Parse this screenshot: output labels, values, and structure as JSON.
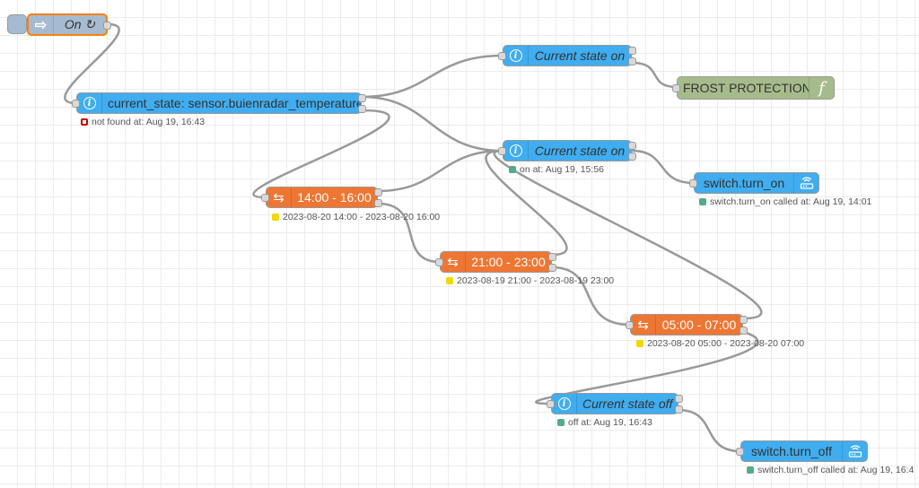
{
  "colors": {
    "api_node": "#3fadef",
    "switch_node": "#ef7632",
    "function_node": "#a6bb8b",
    "inject_node": "#a6bbcf",
    "wire": "#999999",
    "selected_border": "#ff7f0e"
  },
  "inject": {
    "label": "On ↻",
    "icon": "arrow-right-icon"
  },
  "current_state": {
    "label": "current_state: sensor.buienradar_temperature",
    "status": "not found at: Aug 19, 16:43"
  },
  "cs_on_top": {
    "label": "Current state on"
  },
  "frost": {
    "label": "FROST PROTECTION",
    "icon": "function-icon"
  },
  "cs_on_mid": {
    "label": "Current state on",
    "status": "on at: Aug 19, 15:56"
  },
  "switch_on": {
    "label": "switch.turn_on",
    "status": "switch.turn_on called at: Aug 19, 14:01",
    "icon": "router-icon"
  },
  "t1": {
    "label": "14:00 - 16:00",
    "status": "2023-08-20 14:00 - 2023-08-20 16:00"
  },
  "t2": {
    "label": "21:00 - 23:00",
    "status": "2023-08-19 21:00 - 2023-08-19 23:00"
  },
  "t3": {
    "label": "05:00 - 07:00",
    "status": "2023-08-20 05:00 - 2023-08-20 07:00"
  },
  "cs_off": {
    "label": "Current state off",
    "status": "off at: Aug 19, 16:43"
  },
  "switch_off": {
    "label": "switch.turn_off",
    "status": "switch.turn_off called at: Aug 19, 16:4",
    "icon": "router-icon"
  }
}
